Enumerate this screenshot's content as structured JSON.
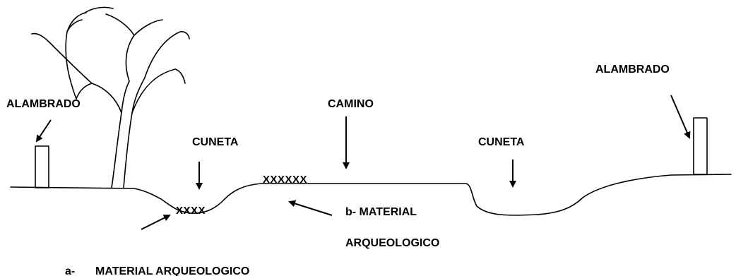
{
  "labels": {
    "alambrado_left": "ALAMBRADO",
    "alambrado_right": "ALAMBRADO",
    "camino": "CAMINO",
    "cuneta_left": "CUNETA",
    "cuneta_right": "CUNETA",
    "material_b_line1": "b- MATERIAL",
    "material_b_line2": "ARQUEOLOGICO",
    "material_a_prefix": "a-",
    "material_a_text": "MATERIAL ARQUEOLOGICO"
  },
  "marks": {
    "ditch_marks": "XXXX",
    "road_marks": "XXXXXX"
  },
  "colors": {
    "ink": "#000000",
    "background": "#ffffff"
  }
}
